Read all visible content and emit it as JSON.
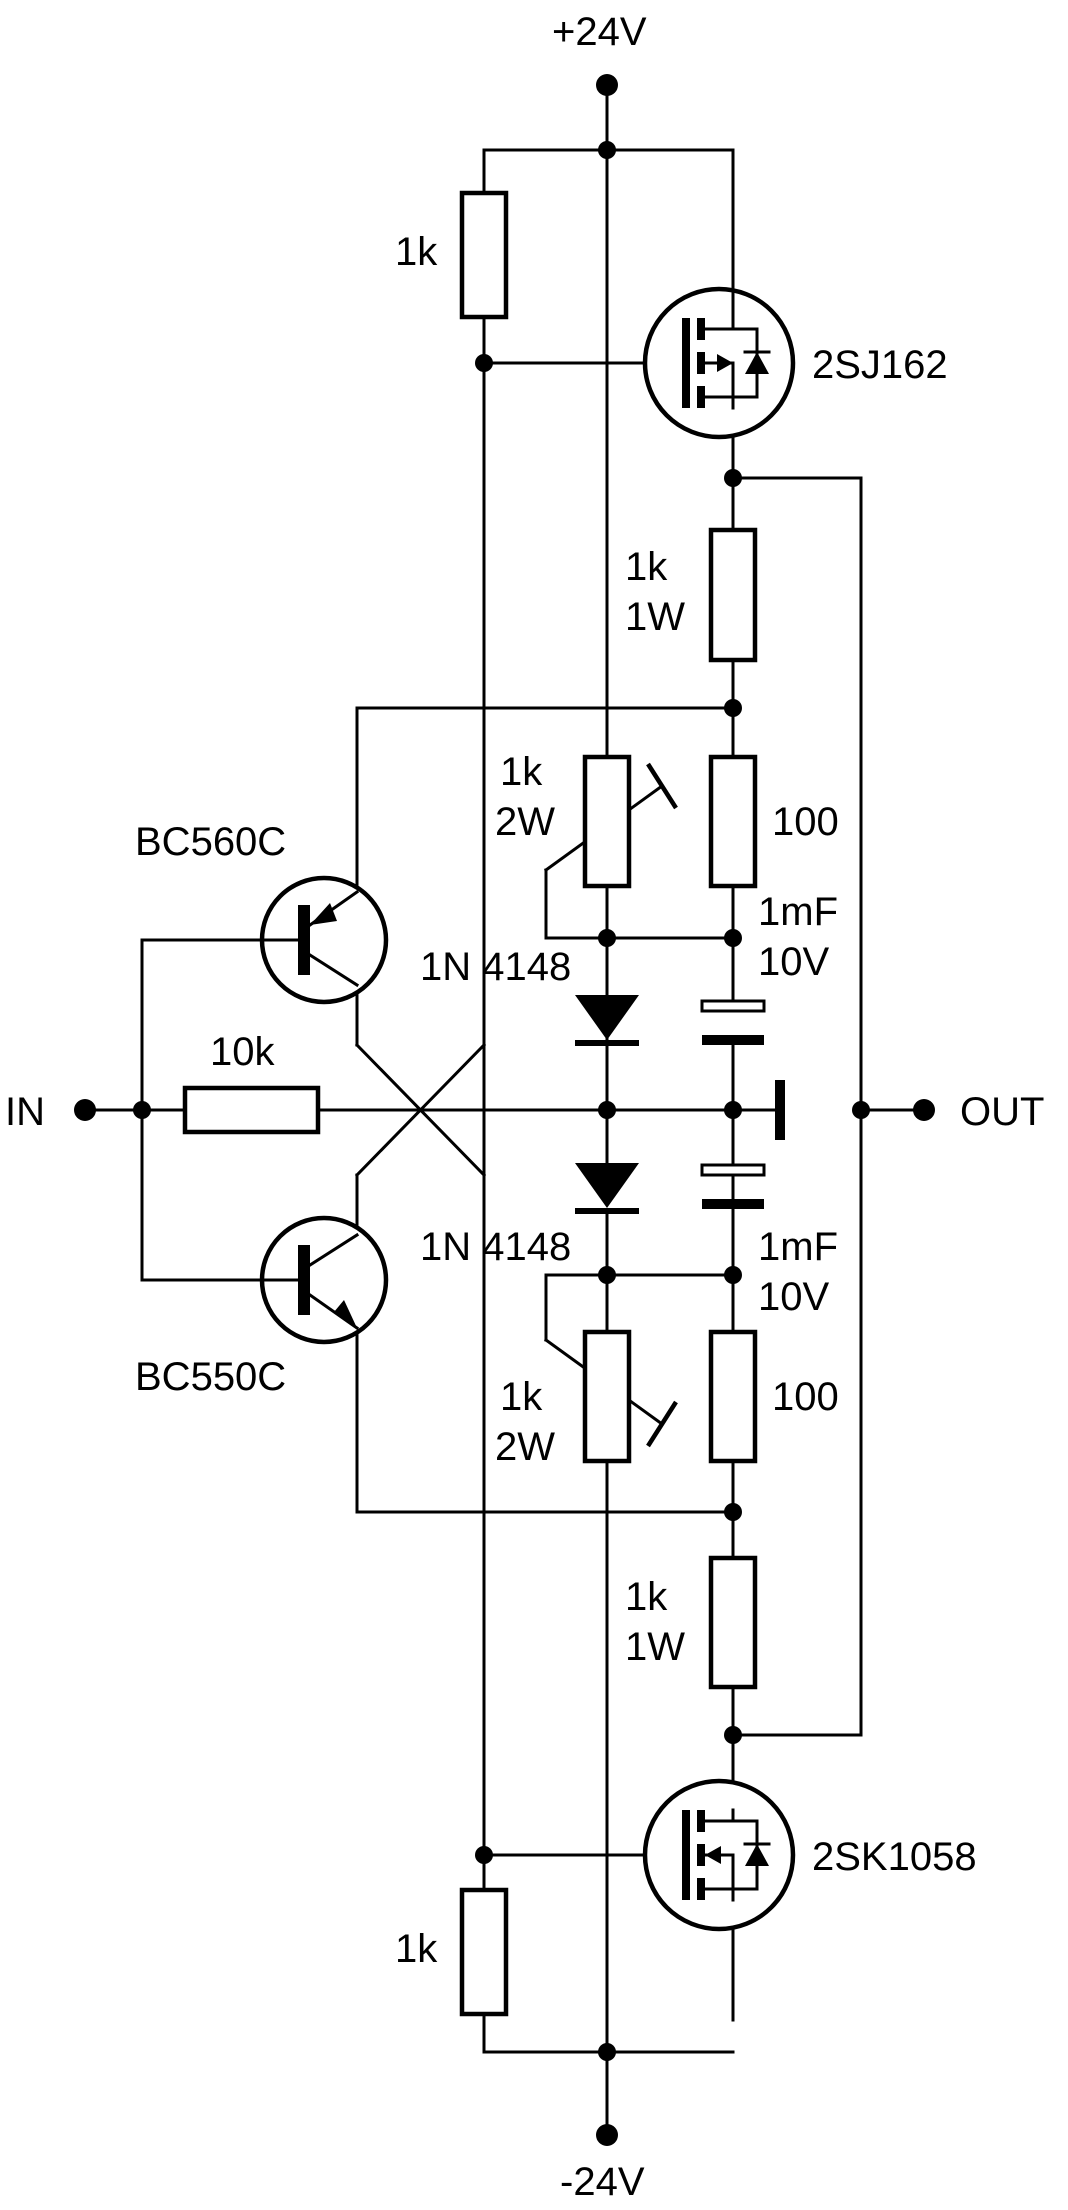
{
  "labels": {
    "vpos": "+24V",
    "vneg": "-24V",
    "in": "IN",
    "out": "OUT",
    "r_top_left": "1k",
    "r_bottom_left": "1k",
    "q_top_mosfet": "2SJ162",
    "q_bottom_mosfet": "2SK1058",
    "r_top_1w": [
      "1k",
      "1W"
    ],
    "r_bottom_1w": [
      "1k",
      "1W"
    ],
    "pot_top": [
      "1k",
      "2W"
    ],
    "pot_bottom": [
      "1k",
      "2W"
    ],
    "r_top_100": "100",
    "r_bottom_100": "100",
    "c_top": [
      "1mF",
      "10V"
    ],
    "c_bottom": [
      "1mF",
      "10V"
    ],
    "d_top": "1N 4148",
    "d_bottom": "1N 4148",
    "q_top_bjt": "BC560C",
    "q_bottom_bjt": "BC550C",
    "r_input": "10k"
  }
}
